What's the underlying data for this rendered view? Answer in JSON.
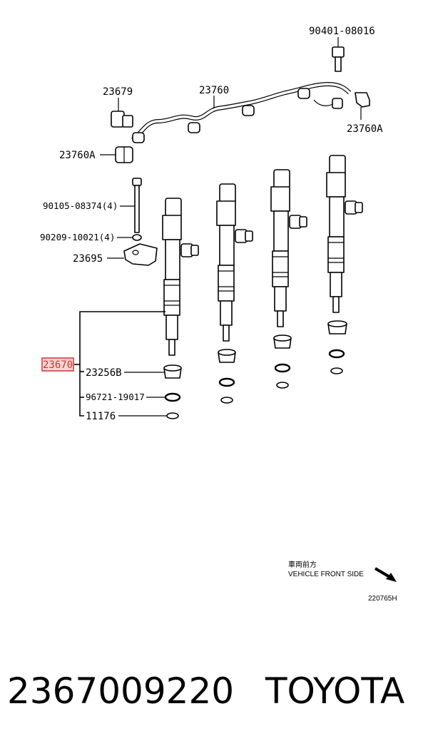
{
  "labels": {
    "bolt_top": "90401-08016",
    "union_bolt": "23679",
    "fuel_pipe": "23760",
    "clamp_right": "23760A",
    "clamp_left": "23760A",
    "stud_bolt": "90105-08374(4)",
    "washer": "90209-10021(4)",
    "clamp_holder": "23695",
    "injector": "23670",
    "seal_cup": "23256B",
    "o_ring": "96721-19017",
    "gasket": "11176"
  },
  "notes": {
    "front_jp": "車両前方",
    "front_en": "VEHICLE FRONT SIDE",
    "figure_code": "220765H"
  },
  "footer": {
    "part_number": "2367009220",
    "brand": "TOYOTA"
  },
  "colors": {
    "highlight": "#d9534f",
    "ink": "#000000"
  }
}
